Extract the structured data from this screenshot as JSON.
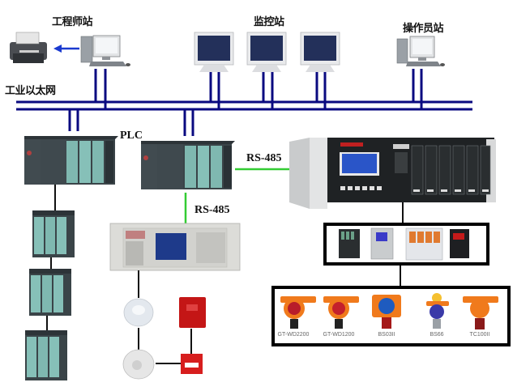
{
  "labels": {
    "engineer_station": "工程师站",
    "monitor_station": "监控站",
    "operator_station": "操作员站",
    "industrial_ethernet": "工业以太网",
    "plc": "PLC",
    "rs485_right": "RS-485",
    "rs485_down": "RS-485"
  },
  "detectors": [
    {
      "model": "GT-WD2200"
    },
    {
      "model": "GT-WD1200"
    },
    {
      "model": "BS03II"
    },
    {
      "model": "BS66"
    },
    {
      "model": "TC100II"
    }
  ],
  "colors": {
    "ethernet_bus": "#0a0a80",
    "rs485_link": "#33cc33",
    "wire": "#111111",
    "detector_orange": "#f07a1c",
    "alarm_red": "#cc1a1a"
  }
}
